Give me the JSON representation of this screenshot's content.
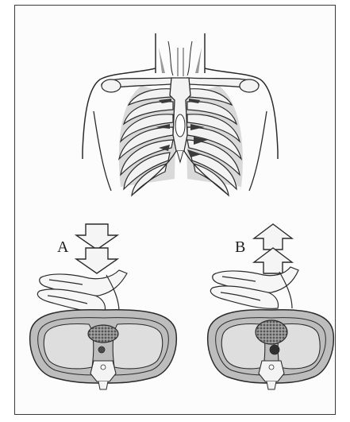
{
  "figure": {
    "panel_a_label": "A",
    "panel_b_label": "B",
    "colors": {
      "line": "#2b2b2b",
      "bone": "#f3f3f3",
      "tissue": "#bdbdbd",
      "lung": "#dedede",
      "shadow": "#7a7a7a"
    },
    "arrows": {
      "A": "down",
      "B": "up"
    }
  }
}
